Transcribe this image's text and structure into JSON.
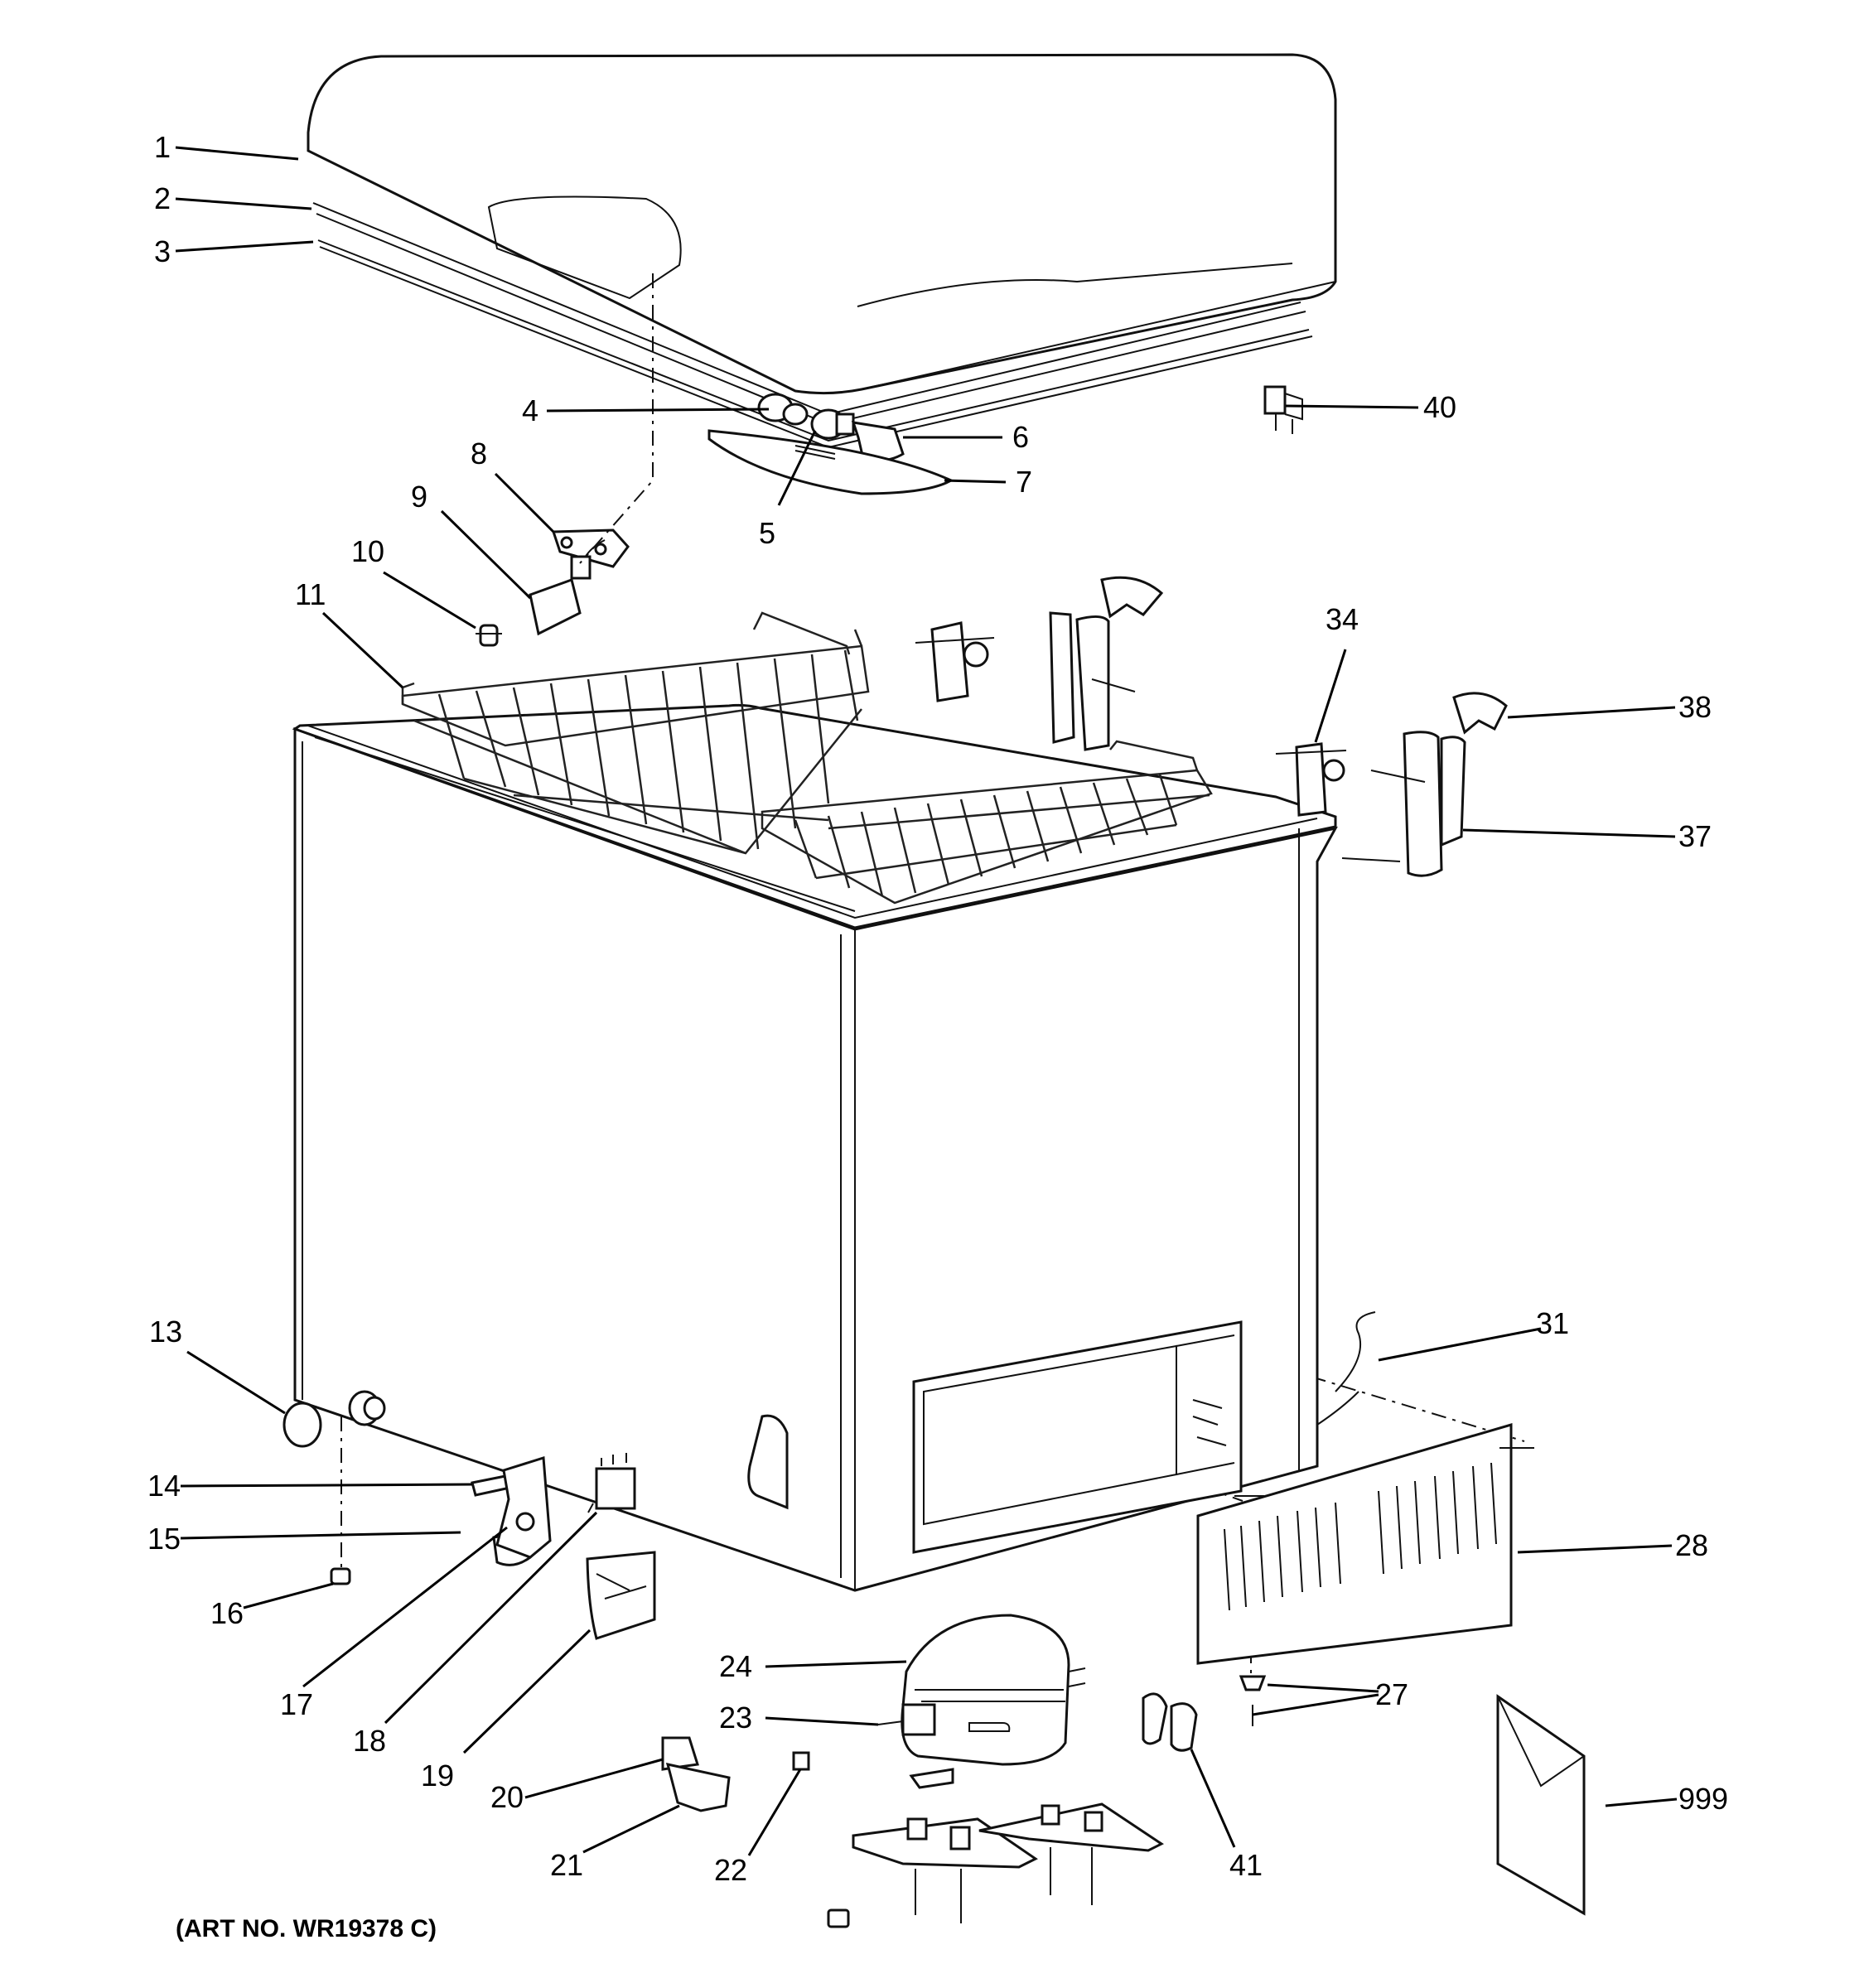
{
  "diagram": {
    "callouts": [
      {
        "id": "c1",
        "text": "1"
      },
      {
        "id": "c2",
        "text": "2"
      },
      {
        "id": "c3",
        "text": "3"
      },
      {
        "id": "c4",
        "text": "4"
      },
      {
        "id": "c5",
        "text": "5"
      },
      {
        "id": "c6",
        "text": "6"
      },
      {
        "id": "c7",
        "text": "7"
      },
      {
        "id": "c8",
        "text": "8"
      },
      {
        "id": "c9",
        "text": "9"
      },
      {
        "id": "c10",
        "text": "10"
      },
      {
        "id": "c11",
        "text": "11"
      },
      {
        "id": "c13",
        "text": "13"
      },
      {
        "id": "c14",
        "text": "14"
      },
      {
        "id": "c15",
        "text": "15"
      },
      {
        "id": "c16",
        "text": "16"
      },
      {
        "id": "c17",
        "text": "17"
      },
      {
        "id": "c18",
        "text": "18"
      },
      {
        "id": "c19",
        "text": "19"
      },
      {
        "id": "c20",
        "text": "20"
      },
      {
        "id": "c21",
        "text": "21"
      },
      {
        "id": "c22",
        "text": "22"
      },
      {
        "id": "c23",
        "text": "23"
      },
      {
        "id": "c24",
        "text": "24"
      },
      {
        "id": "c27",
        "text": "27"
      },
      {
        "id": "c28",
        "text": "28"
      },
      {
        "id": "c31",
        "text": "31"
      },
      {
        "id": "c34",
        "text": "34"
      },
      {
        "id": "c37",
        "text": "37"
      },
      {
        "id": "c38",
        "text": "38"
      },
      {
        "id": "c40",
        "text": "40"
      },
      {
        "id": "c41",
        "text": "41"
      },
      {
        "id": "c999",
        "text": "999"
      }
    ],
    "art_number": "(ART NO. WR19378 C)"
  }
}
